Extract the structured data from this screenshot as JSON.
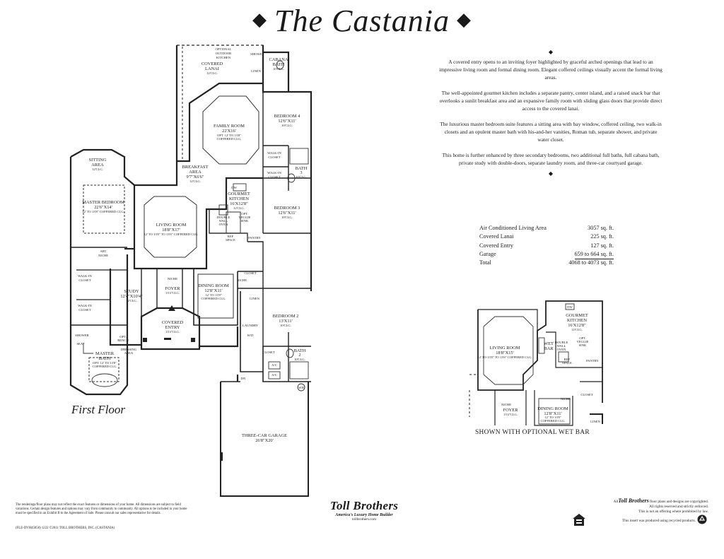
{
  "header": {
    "title": "The Castania",
    "diamond": "◆"
  },
  "description": {
    "diamond": "◆",
    "paragraphs": [
      "A covered entry opens to an inviting foyer highlighted by graceful arched openings that lead to an impressive living room and formal dining room.  Elegant coffered ceilings visually accent the formal living areas.",
      "The well-appointed gourmet kitchen includes a separate pantry, center island, and a raised snack bar that overlooks a sunlit breakfast area and an expansive family room with sliding glass doors that provide direct access to the covered lanai.",
      "The luxurious master bedroom suite features a sitting area with bay window, coffered ceiling, two walk-in closets and an opulent master bath with his-and-her vanities, Roman tub, separate shower, and private water closet.",
      "This home is further enhanced by three secondary bedrooms, two additional full baths, full cabana bath, private study with double-doors, separate laundry room, and three-car courtyard garage."
    ]
  },
  "areas": [
    {
      "label": "Air Conditioned Living Area",
      "value": "3057 sq. ft."
    },
    {
      "label": "Covered Lanai",
      "value": "225 sq. ft."
    },
    {
      "label": "Covered Entry",
      "value": "127 sq. ft."
    },
    {
      "label": "Garage",
      "value": "659 to 664 sq. ft."
    },
    {
      "label": "Total",
      "value": "4068 to 4073 sq. ft."
    }
  ],
  "plan": {
    "floor_label": "First Floor",
    "rooms": {
      "lanai": [
        "OPTIONAL",
        "OUTDOOR",
        "KITCHEN",
        "COVERED",
        "LANAI",
        "12'CLG."
      ],
      "cabana": [
        "CABANA",
        "BATH",
        "10'CLG."
      ],
      "shower": "SHOWER",
      "linen": "LINEN",
      "family": [
        "FAMILY ROOM",
        "22'X16'",
        "OPT. 12' TO 13'8\"",
        "COFFERED CLG."
      ],
      "bed4": [
        "BEDROOM 4",
        "12'6\"X11'",
        "10'CLG."
      ],
      "walkin": [
        "WALK-IN",
        "CLOSET"
      ],
      "bath3": [
        "BATH",
        "3",
        "10'CLG."
      ],
      "breakfast": [
        "BREAKFAST",
        "AREA",
        "9'7\"X6'6\"",
        "12'CLG."
      ],
      "kitchen": [
        "GOURMET",
        "KITCHEN",
        "16'X12'8\"",
        "12'CLG."
      ],
      "bed3": [
        "BEDROOM 3",
        "12'6\"X11'",
        "10'CLG."
      ],
      "sitting": [
        "SITTING",
        "AREA",
        "12'CLG."
      ],
      "master": [
        "MASTER BEDROOM",
        "22'6\"X14'",
        "12' TO 13'8\" COFFERED CLG."
      ],
      "living": [
        "LIVING ROOM",
        "18'8\"X17'",
        "12' TO 13'8\" TO 13'6\" COFFERED CLG."
      ],
      "wall_oven": [
        "DOUBLE",
        "WALL",
        "OVEN"
      ],
      "veggie": [
        "OPT.",
        "VEGGIE",
        "SINK"
      ],
      "pantry": "PANTRY",
      "dw": "DW",
      "ref": [
        "REF",
        "SPACE"
      ],
      "art": [
        "ART",
        "NICHE"
      ],
      "closet": "CLOSET",
      "study": [
        "STUDY",
        "12'4\"X10'4\"",
        "12'CLG."
      ],
      "foyer": [
        "FOYER",
        "13'4\"CLG."
      ],
      "niche": "NICHE",
      "dining": [
        "DINING ROOM",
        "12'8\"X11'",
        "12' TO 13'8\"",
        "COFFERED CLG."
      ],
      "bed2": [
        "BEDROOM 2",
        "13'X11'",
        "10'CLG."
      ],
      "laundry": "LAUNDRY",
      "wd": "W/D",
      "bath2": [
        "BATH",
        "2",
        "10'CLG."
      ],
      "entry": [
        "COVERED",
        "ENTRY",
        "13'4\"CLG."
      ],
      "master_bath": [
        "MASTER",
        "BATH",
        "OPT. 12' TO 13'8\"",
        "COFFERED CLG."
      ],
      "dressing": [
        "DRESSING",
        "AREA"
      ],
      "opt_bench": [
        "OPT.",
        "BENCH"
      ],
      "seat": "SEAT",
      "garage": [
        "THREE-CAR GARAGE",
        "26'8\"X20'"
      ],
      "ac": "A/C",
      "wh": "WH",
      "dn": "DN"
    }
  },
  "option": {
    "caption": "SHOWN WITH OPTIONAL WET BAR",
    "rooms": {
      "kitchen": [
        "GOURMET",
        "KITCHEN",
        "16'X12'8\"",
        "12'CLG."
      ],
      "dw": "DW",
      "living": [
        "LIVING ROOM",
        "18'8\"X15'",
        "12' TO 13'8\" TO 13'6\" COFFERED CLG."
      ],
      "wet_bar": [
        "WET",
        "BAR"
      ],
      "wall_oven": [
        "DOUBLE",
        "WALL",
        "OVEN"
      ],
      "veggie": [
        "OPT.",
        "VEGGIE",
        "SINK"
      ],
      "ref": [
        "REF",
        "SPACE"
      ],
      "pantry": "PANTRY",
      "closet": "CLOSET",
      "niche": "NICHE",
      "foyer": [
        "FOYER",
        "13'4\"CLG."
      ],
      "dining": [
        "DINING ROOM",
        "12'8\"X11'",
        "12' TO 13'8\"",
        "COFFERED CLG."
      ],
      "linen": "LINEN"
    }
  },
  "footer": {
    "disclaimer": "The renderings/floor plans may not reflect the exact features or dimensions of your home.  All dimensions are subject to field variations.  Certain design features and options may vary from community to community.  All options to be included in your home must be specified in an Exhibit B to the Agreement of Sale.  Please consult our sales representative for details.",
    "code": "(FLE-DVH45050) 1222 ©2011 TOLL BROTHERS, INC. (CASTANIA)",
    "brand": "Toll Brothers",
    "tagline": "America's Luxury Home Builder",
    "url": "tollbrothers.com",
    "copyright_prefix": "All",
    "copyright_brand": "Toll Brothers",
    "copyright_suffix": "floor plans and designs are copyrighted.",
    "rights": "All rights reserved and strictly enforced.",
    "offering": "This is not an offering where prohibited by law.",
    "recycled": "This insert was produced using recycled products."
  }
}
